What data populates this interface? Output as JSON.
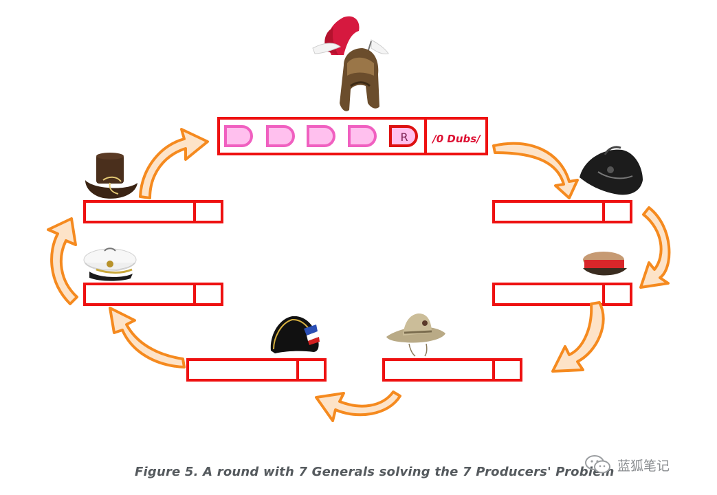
{
  "diagram": {
    "leader_block": {
      "slot_glyphs": [
        "D",
        "D",
        "D",
        "D",
        "R"
      ],
      "counter_text": "/0 Dubs/"
    },
    "caption": "Figure 5. A round with 7 Generals solving the 7 Producers' Problem"
  },
  "watermark": {
    "text": "蓝狐笔记"
  },
  "colors": {
    "box_border": "#ee1111",
    "slot_border": "#f060c0",
    "slot_fill": "#ffc0ee",
    "arrow_fill": "#fde3c8",
    "arrow_stroke": "#f58a1f",
    "dubs_text": "#dd1133",
    "caption_text": "#555a5e"
  },
  "icons": [
    "spartan-helmet-icon",
    "bicorne-hat-icon",
    "peaked-cap-icon",
    "napoleon-hat-icon",
    "slouch-hat-icon",
    "admiral-cap-icon",
    "top-hat-icon"
  ]
}
